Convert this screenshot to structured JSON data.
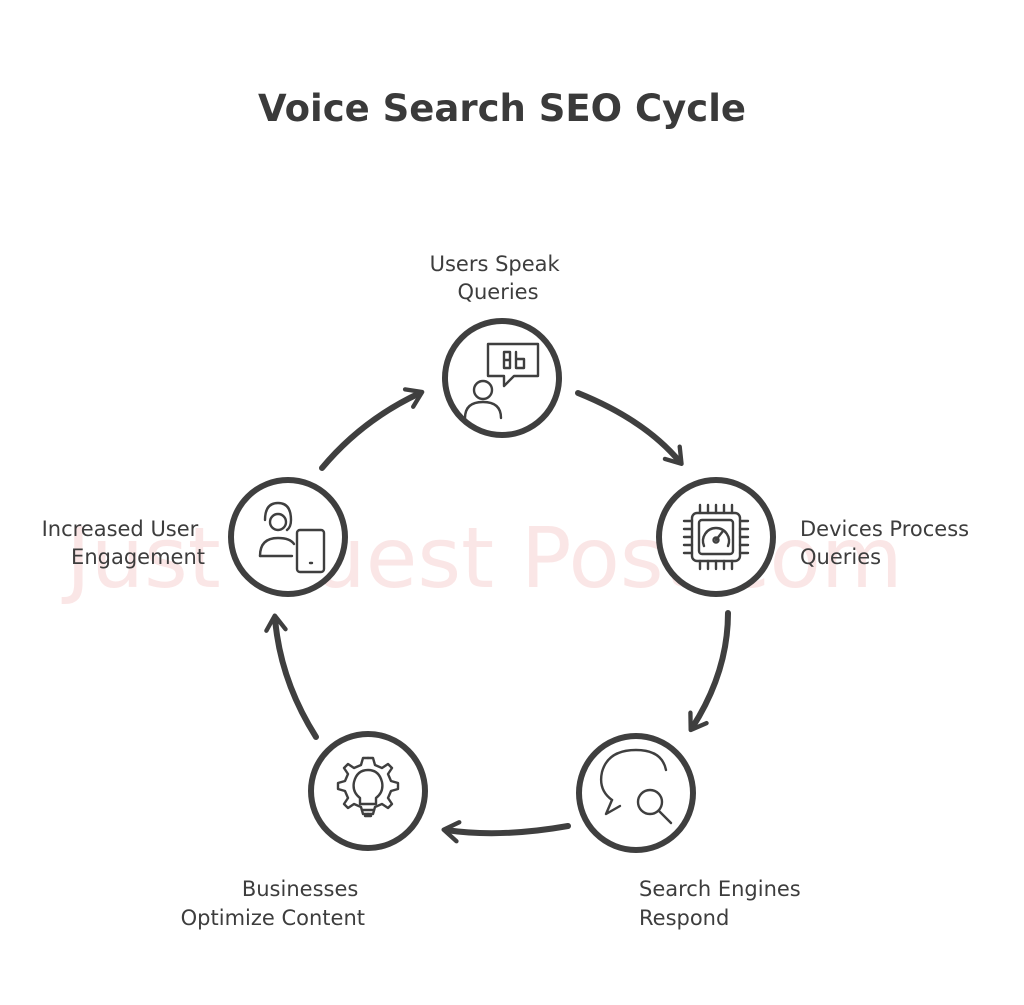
{
  "title": "Voice Search SEO Cycle",
  "watermark": "Just Guest Post.com",
  "colors": {
    "stroke": "#3f3f3f",
    "text": "#3d3d3d",
    "watermark": "#f6c8c8",
    "background": "#ffffff"
  },
  "nodes": [
    {
      "icon": "speech-bubble-user-icon",
      "label_lines": [
        "Users Speak",
        "Queries"
      ]
    },
    {
      "icon": "processor-chip-icon",
      "label_lines": [
        "Devices Process",
        "Queries"
      ]
    },
    {
      "icon": "chat-search-icon",
      "label_lines": [
        "Search Engines",
        "Respond"
      ]
    },
    {
      "icon": "gear-lightbulb-icon",
      "label_lines": [
        "Businesses",
        "Optimize Content"
      ]
    },
    {
      "icon": "user-mobile-icon",
      "label_lines": [
        "Increased User",
        "Engagement"
      ]
    }
  ]
}
